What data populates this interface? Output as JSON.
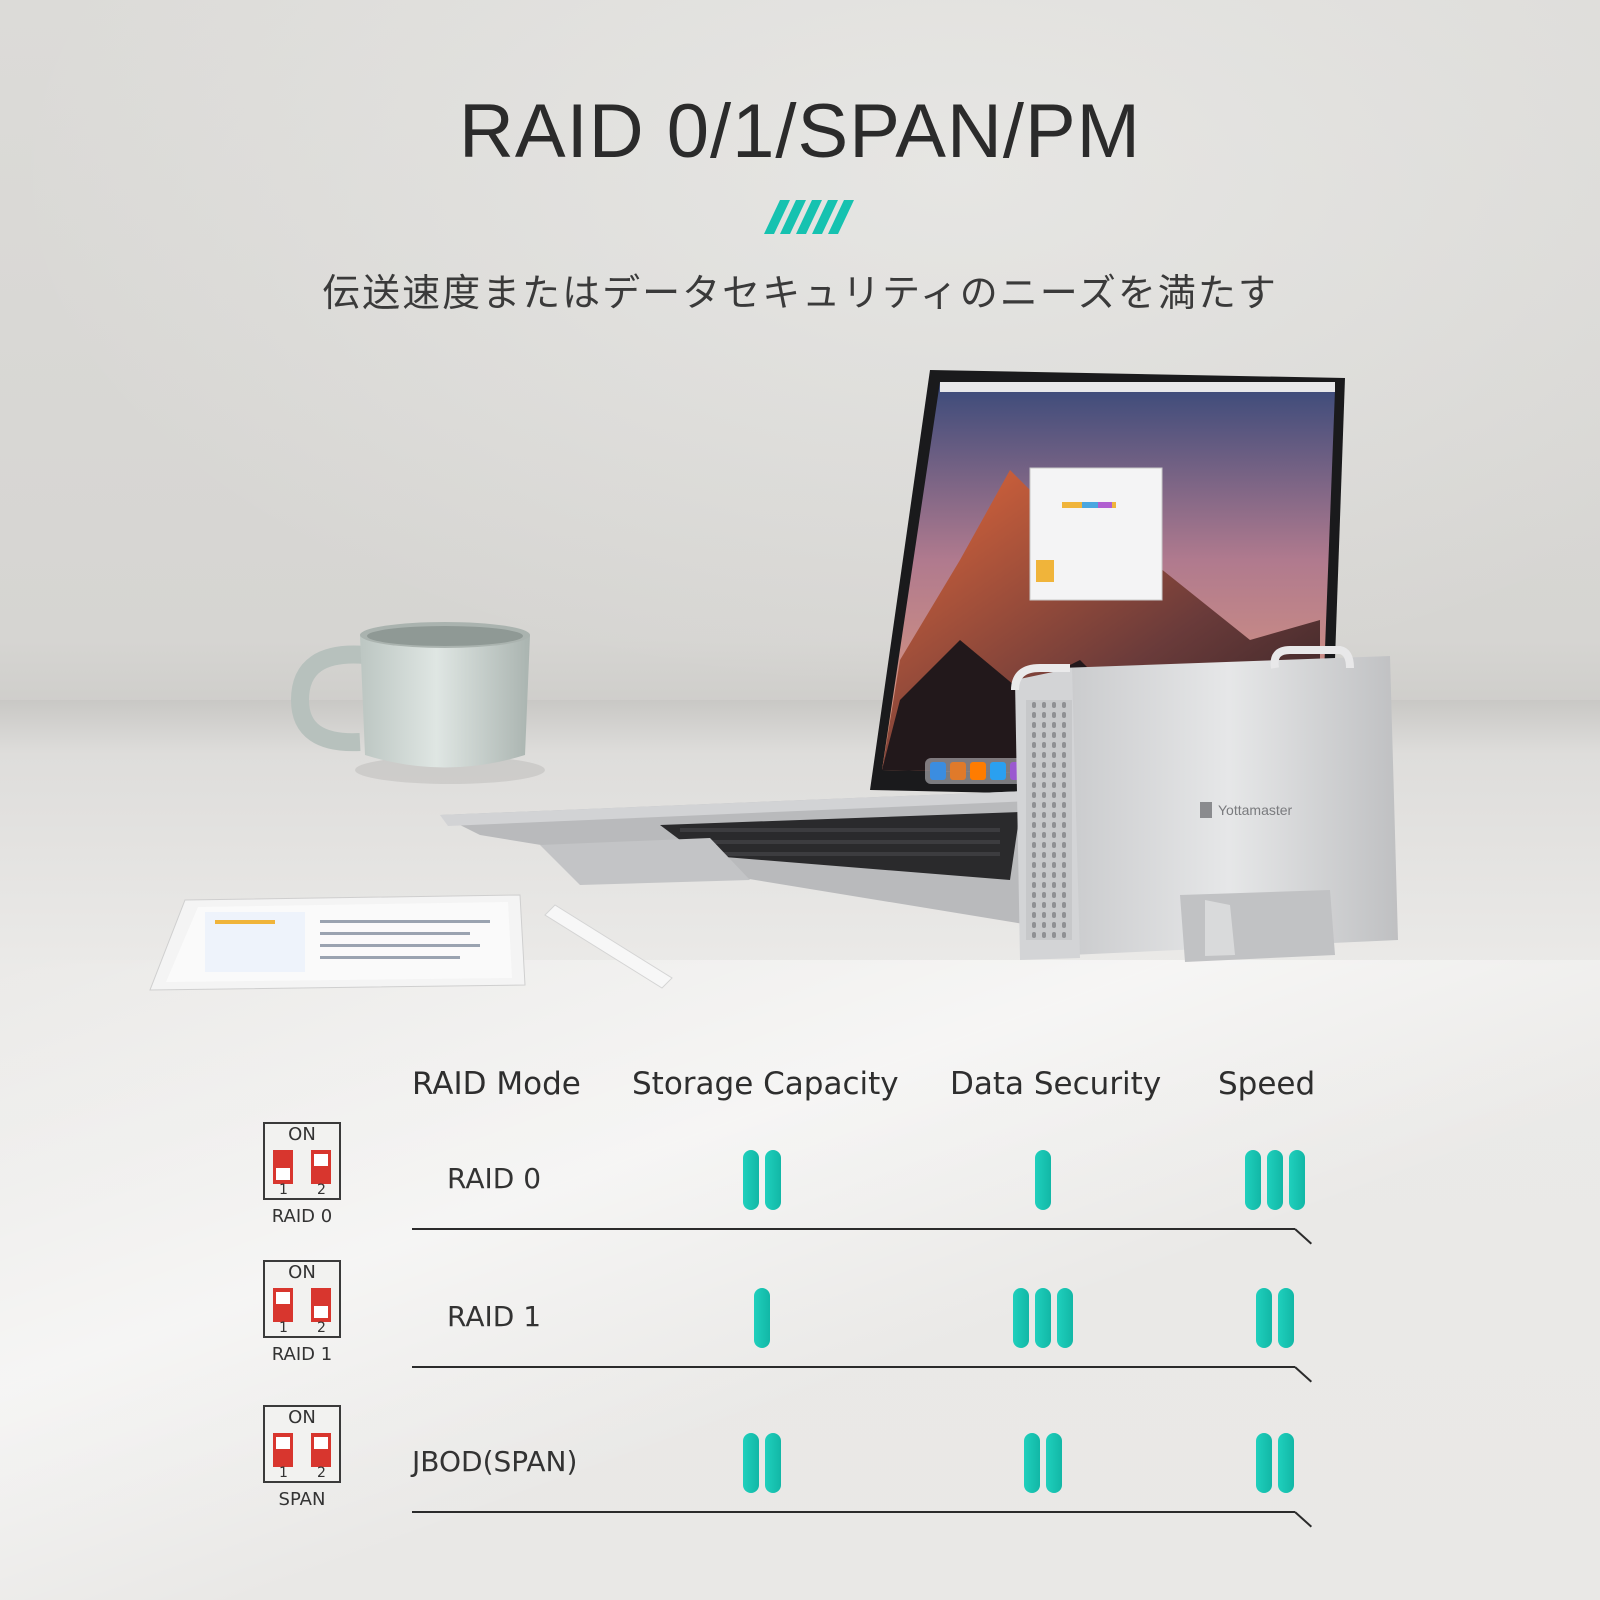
{
  "title": "RAID 0/1/SPAN/PM",
  "subtitle": "伝送速度またはデータセキュリティのニーズを満たす",
  "brand": "Yottamaster",
  "colors": {
    "accent": "#16c2b0",
    "switch_red": "#d8362e",
    "text": "#2b2b2b"
  },
  "table": {
    "headers": {
      "mode": "RAID Mode",
      "capacity": "Storage Capacity",
      "security": "Data Security",
      "speed": "Speed"
    },
    "rows": [
      {
        "label": "RAID 0",
        "switch": {
          "on_label": "ON",
          "nums": [
            "1",
            "2"
          ],
          "caption": "RAID 0",
          "states": [
            "down",
            "up"
          ]
        },
        "capacity": 2,
        "security": 1,
        "speed": 3
      },
      {
        "label": "RAID 1",
        "switch": {
          "on_label": "ON",
          "nums": [
            "1",
            "2"
          ],
          "caption": "RAID 1",
          "states": [
            "up",
            "down"
          ]
        },
        "capacity": 1,
        "security": 3,
        "speed": 2
      },
      {
        "label": "JBOD(SPAN)",
        "switch": {
          "on_label": "ON",
          "nums": [
            "1",
            "2"
          ],
          "caption": "SPAN",
          "states": [
            "up",
            "up"
          ]
        },
        "capacity": 2,
        "security": 2,
        "speed": 2
      }
    ]
  }
}
